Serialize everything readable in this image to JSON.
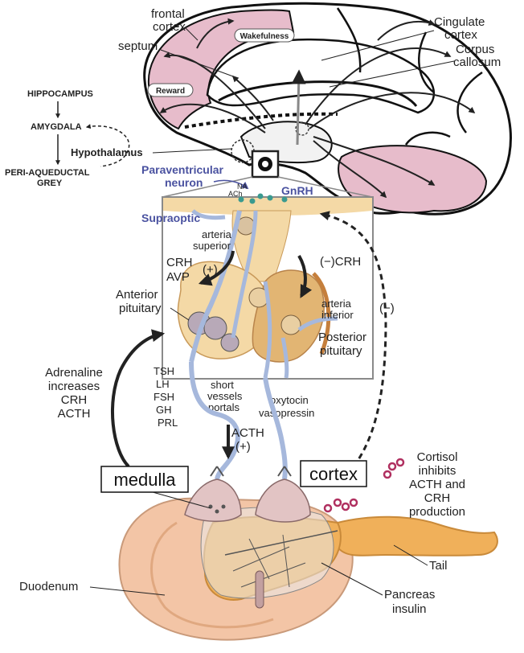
{
  "brain": {
    "frontal_cortex": [
      "frontal",
      "cortex"
    ],
    "septum": "septum",
    "wakefulness": "Wakefulness",
    "cingulate_cortex": [
      "Cingulate",
      "cortex"
    ],
    "corpus_callosum": [
      "Corpus",
      "callosum"
    ],
    "reward": "Reward"
  },
  "pathway": {
    "hippocampus": "HIPPOCAMPUS",
    "amygdala": "AMYGDALA",
    "hypothalamus": "Hypothalamus",
    "pag": [
      "PERI-AQUEDUCTAL",
      "GREY"
    ]
  },
  "hypothalamic_nuclei": {
    "paraventricular": [
      "Paraventricular",
      "neuron"
    ],
    "gnrh": "GnRH",
    "na": "NA",
    "ach": "ACh",
    "supraoptic": "Supraoptic"
  },
  "pituitary": {
    "arteria_superior": [
      "arteria",
      "superior"
    ],
    "crh_avp": [
      "CRH",
      "AVP"
    ],
    "plus": "(+)",
    "minus_crh": "(−)CRH",
    "anterior": [
      "Anterior",
      "pituitary"
    ],
    "arteria_inferior": [
      "arteria",
      "inferior"
    ],
    "minus": "(−)",
    "posterior": [
      "Posterior",
      "pituitary"
    ],
    "hormones": [
      "TSH",
      "LH",
      "FSH",
      "GH",
      "PRL"
    ],
    "short_vessels": [
      "short",
      "vessels",
      "portals"
    ],
    "posterior_hormones": [
      "oxytocin",
      "vasopressin"
    ]
  },
  "adrenal": {
    "adrenaline_note": [
      "Adrenaline",
      "increases",
      "CRH",
      "ACTH"
    ],
    "acth": "ACTH",
    "acth_plus": "(+)",
    "medulla": "medulla",
    "cortex": "cortex",
    "cortisol_note": [
      "Cortisol",
      "inhibits",
      "ACTH and",
      "CRH",
      "production"
    ]
  },
  "gut": {
    "tail": "Tail",
    "duodenum": "Duodenum",
    "pancreas": [
      "Pancreas",
      "insulin"
    ]
  },
  "colors": {
    "brain_pink": "#e7bccb",
    "pituitary_fill": "#f4d9a6",
    "pituitary_dark": "#e2b573",
    "vessel_blue": "#a6b8dc",
    "pancreas_orange": "#f0b05a",
    "duodenum_peach": "#f3c5a6",
    "adrenal_pink": "#e2c4c4",
    "label_blue": "#4a52a0"
  }
}
